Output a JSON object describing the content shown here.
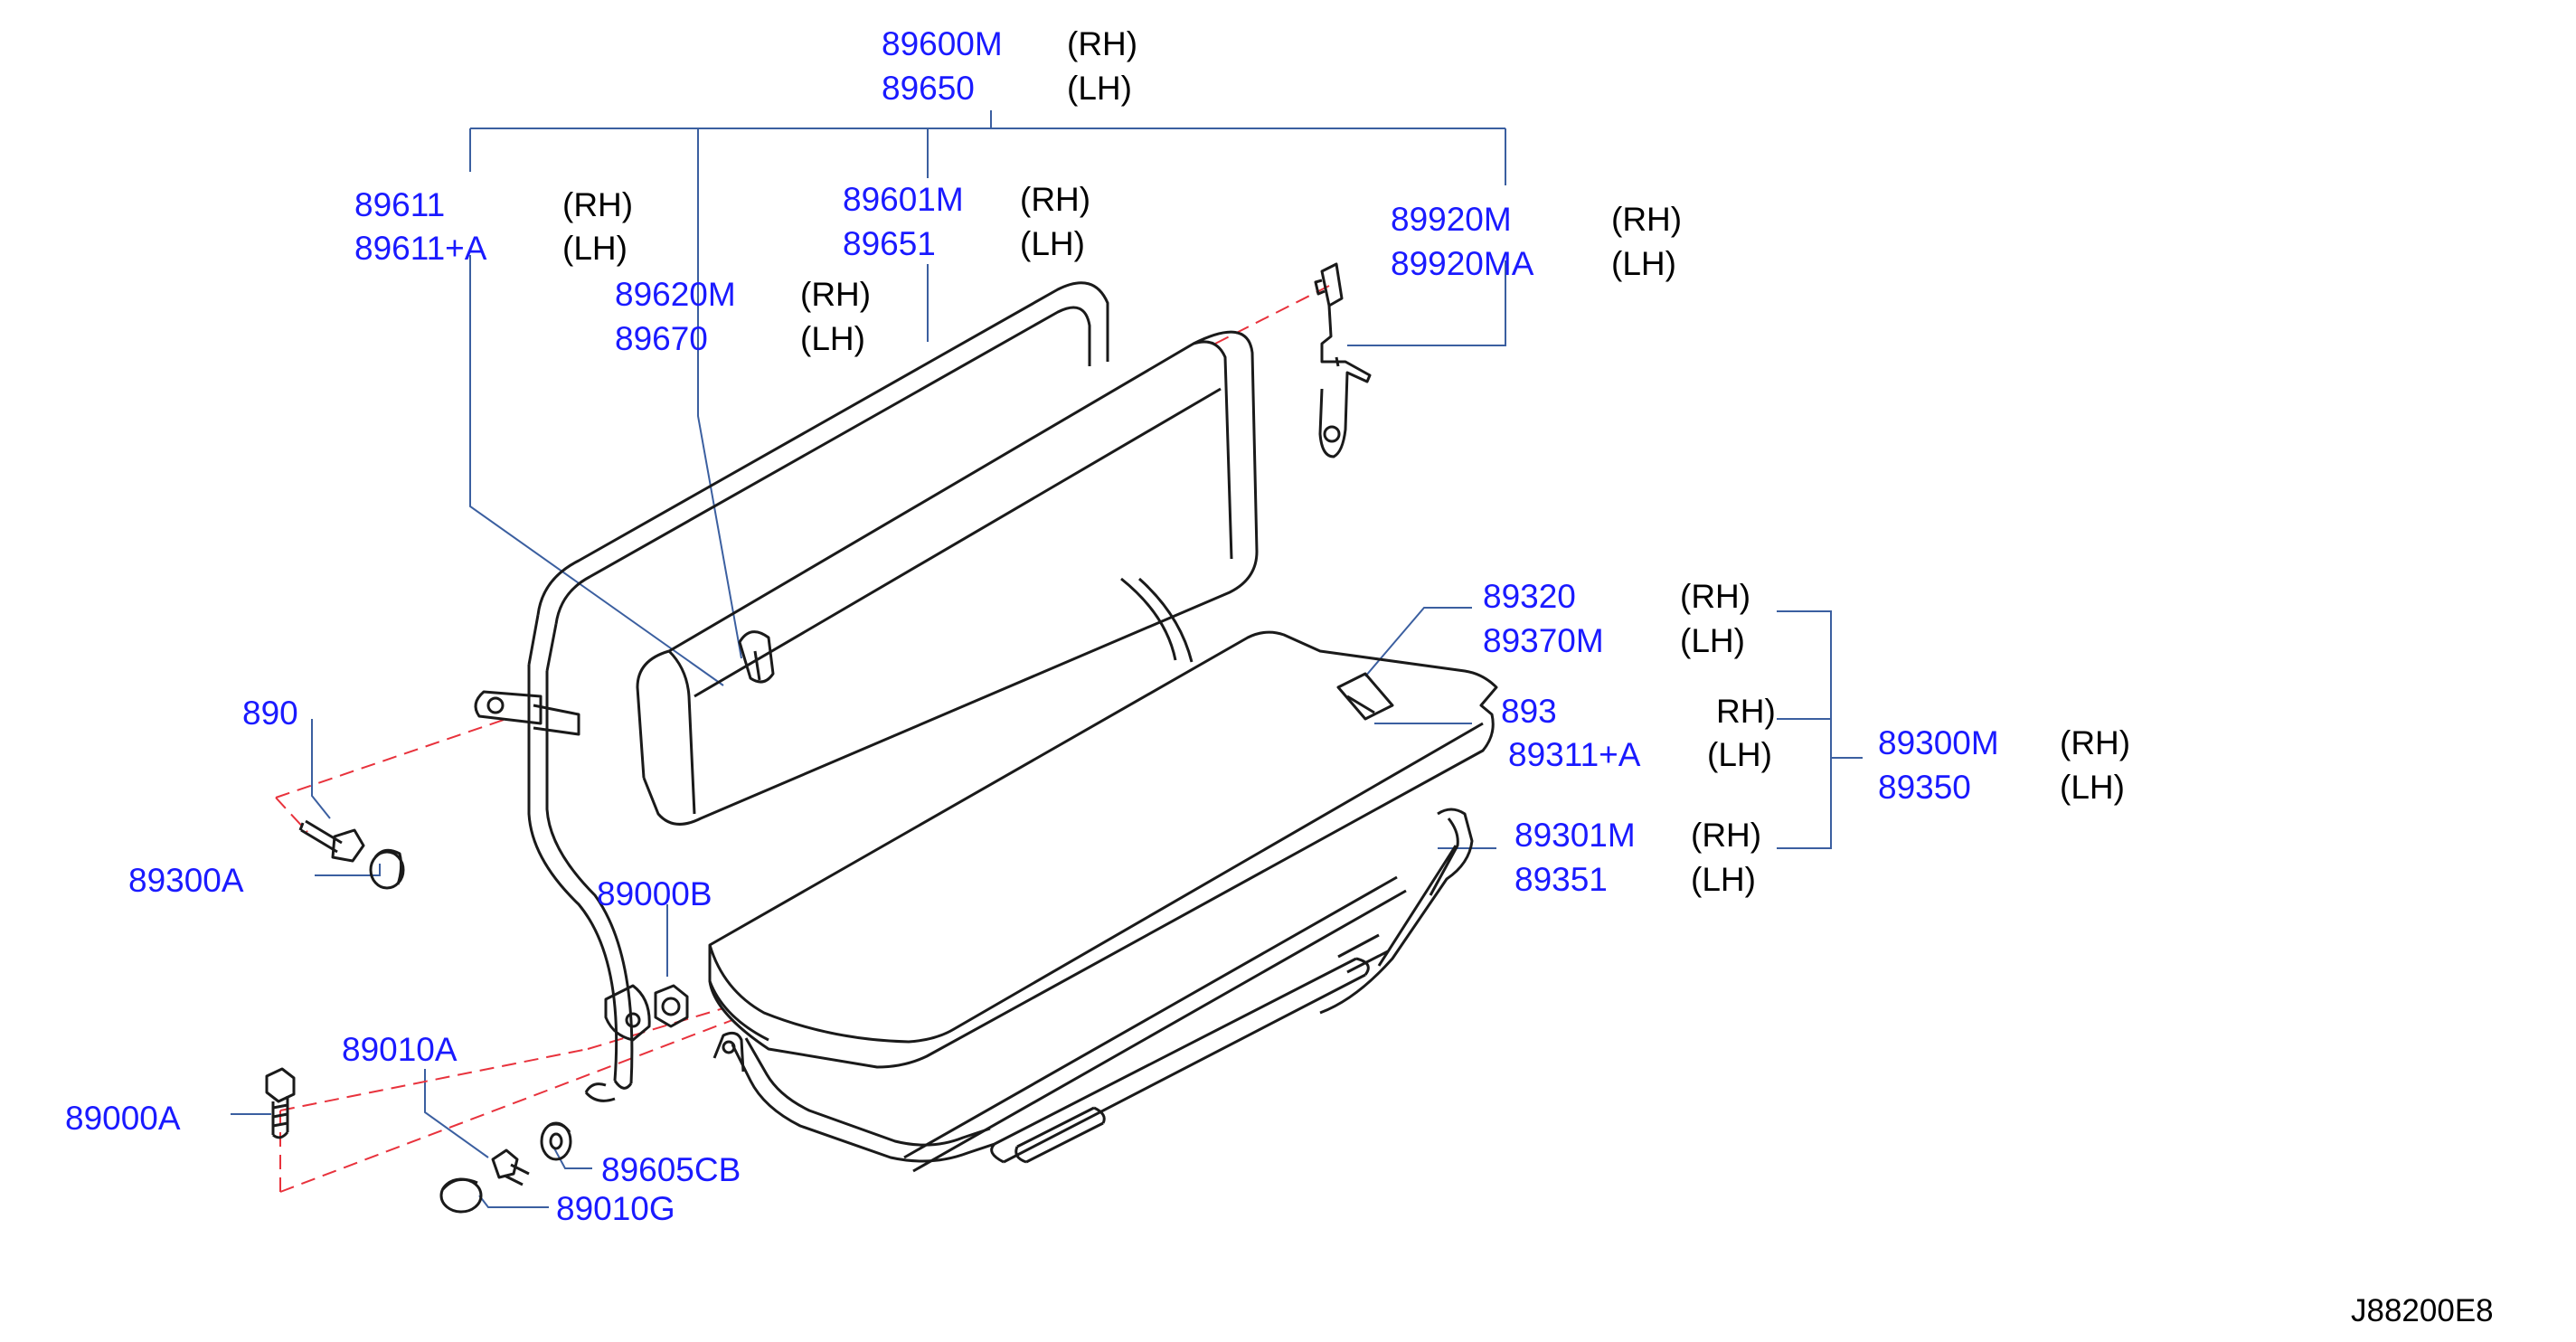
{
  "colors": {
    "part_number": "#1a1aff",
    "side_text": "#000000",
    "leader_line": "#3b5fa0",
    "phantom_line": "#e8323c",
    "drawing_line": "#1a1a1a"
  },
  "labels": {
    "p89600m": "89600M",
    "p89600m_side": "(RH)",
    "p89650": "89650",
    "p89650_side": "(LH)",
    "p89611": "89611",
    "p89611_side": "(RH)",
    "p89611a": "89611+A",
    "p89611a_side": "(LH)",
    "p89601m": "89601M",
    "p89601m_side": "(RH)",
    "p89651": "89651",
    "p89651_side": "(LH)",
    "p89620m": "89620M",
    "p89620m_side": "(RH)",
    "p89670": "89670",
    "p89670_side": "(LH)",
    "p89920m": "89920M",
    "p89920m_side": "(RH)",
    "p89920ma": "89920MA",
    "p89920ma_side": "(LH)",
    "p89320": "89320",
    "p89320_side": "(RH)",
    "p89370m": "89370M",
    "p89370m_side": "(LH)",
    "p89311_partial": "893",
    "p89311_side_partial": "RH)",
    "p89311a": "89311+A",
    "p89311a_side": "(LH)",
    "p89300m": "89300M",
    "p89300m_side": "(RH)",
    "p89350": "89350",
    "p89350_side": "(LH)",
    "p89301m": "89301M",
    "p89301m_side": "(RH)",
    "p89351": "89351",
    "p89351_side": "(LH)",
    "p_partial_left": "890",
    "p89300a": "89300A",
    "p89000b": "89000B",
    "p89010a": "89010A",
    "p89000a": "89000A",
    "p89605cb": "89605CB",
    "p89010g": "89010G",
    "diagram_code": "J88200E8"
  }
}
